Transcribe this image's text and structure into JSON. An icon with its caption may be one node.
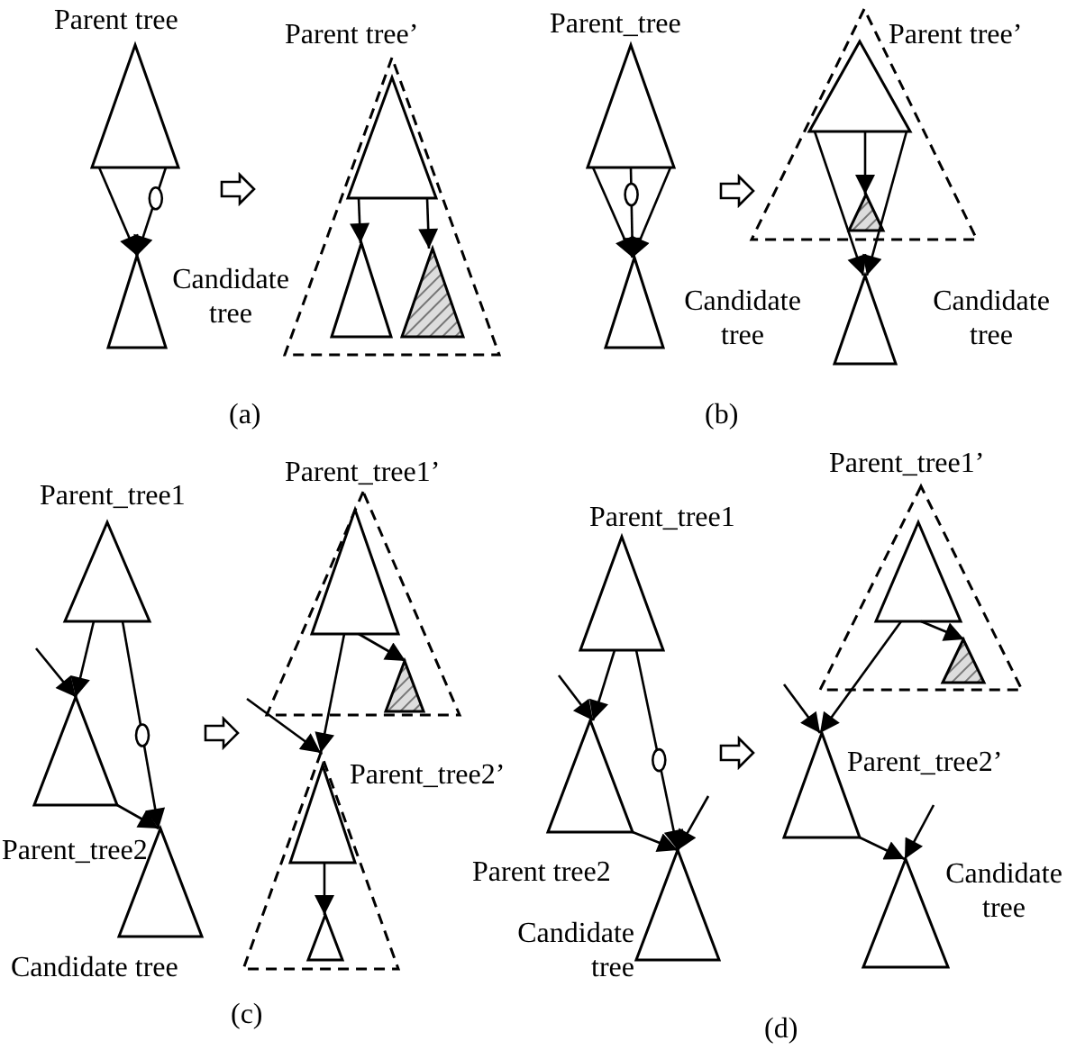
{
  "diagram": {
    "nodes": [
      {
        "text": [
          "Parent tree"
        ]
      },
      {
        "text": [
          "Candidate tree"
        ]
      },
      {
        "text": [
          "Parent tree’"
        ]
      },
      {
        "text": [],
        "shape": "triangle",
        "in": 2
      },
      {
        "text": [],
        "shape": "triangle",
        "in": 2
      },
      {
        "text": [],
        "shape": "triangle",
        "in": 2
      },
      {
        "text": [
          "Parent_tree"
        ]
      },
      {
        "text": [
          "Candidate tree"
        ]
      },
      {
        "text": [
          "Parent tree’"
        ]
      },
      {
        "text": [],
        "shape": "triangle",
        "in": 8
      },
      {
        "text": [],
        "shape": "triangle",
        "in": 8
      },
      {
        "text": [
          "Candidate tree"
        ]
      },
      {
        "text": [
          "Parent_tree1"
        ]
      },
      {
        "text": [
          "Parent_tree2"
        ]
      },
      {
        "text": [
          "Candidate tree"
        ]
      },
      {
        "text": [
          "Parent_tree1’"
        ]
      },
      {
        "text": [],
        "shape": "triangle",
        "in": 15
      },
      {
        "text": [],
        "shape": "triangle",
        "in": 15
      },
      {
        "text": [
          "Parent_tree2’"
        ]
      },
      {
        "text": [],
        "shape": "triangle",
        "in": 18
      },
      {
        "text": [],
        "shape": "triangle",
        "in": 18
      },
      {
        "text": [
          "Parent_tree1"
        ]
      },
      {
        "text": [
          "Parent tree2"
        ]
      },
      {
        "text": [
          "Candidate tree"
        ]
      },
      {
        "text": [
          "Parent_tree1’"
        ]
      },
      {
        "text": [],
        "shape": "triangle",
        "in": 24
      },
      {
        "text": [],
        "shape": "triangle",
        "in": 24
      },
      {
        "text": [
          "Parent_tree2’"
        ]
      },
      {
        "text": [
          "Candidate tree"
        ]
      }
    ],
    "edges": [
      {
        "from": 0,
        "to": 1,
        "arrow": "to"
      },
      {
        "from": 0,
        "to": 1,
        "arrow": "to"
      },
      {
        "from": 3,
        "to": 4,
        "arrow": "to"
      },
      {
        "from": 3,
        "to": 5,
        "arrow": "to"
      },
      {
        "from": 6,
        "to": 7,
        "arrow": "to"
      },
      {
        "from": 6,
        "to": 7,
        "arrow": "to"
      },
      {
        "from": 6,
        "to": 7,
        "arrow": "to"
      },
      {
        "from": 9,
        "to": 10,
        "arrow": "to"
      },
      {
        "from": 9,
        "to": 11,
        "arrow": "to"
      },
      {
        "from": 9,
        "to": 11,
        "arrow": "to"
      },
      {
        "from": 12,
        "to": 13,
        "arrow": "to"
      },
      {
        "from": null,
        "to": 13,
        "arrow": "to"
      },
      {
        "from": 12,
        "to": 14,
        "arrow": "to"
      },
      {
        "from": 13,
        "to": 14,
        "arrow": "to"
      },
      {
        "from": 16,
        "to": 17,
        "arrow": "to"
      },
      {
        "from": 16,
        "to": 18,
        "arrow": "to"
      },
      {
        "from": null,
        "to": 18,
        "arrow": "to"
      },
      {
        "from": 19,
        "to": 20,
        "arrow": "to"
      },
      {
        "from": 21,
        "to": 22,
        "arrow": "to"
      },
      {
        "from": null,
        "to": 22,
        "arrow": "to"
      },
      {
        "from": 21,
        "to": 23,
        "arrow": "to"
      },
      {
        "from": 22,
        "to": 23,
        "arrow": "to"
      },
      {
        "from": null,
        "to": 23,
        "arrow": "to"
      },
      {
        "from": 25,
        "to": 26,
        "arrow": "to"
      },
      {
        "from": 25,
        "to": 27,
        "arrow": "to"
      },
      {
        "from": null,
        "to": 27,
        "arrow": "to"
      },
      {
        "from": 27,
        "to": 28,
        "arrow": "to"
      },
      {
        "from": null,
        "to": 28,
        "arrow": "to"
      }
    ],
    "labels": [
      "(a)",
      "(b)",
      "(c)",
      "(d)"
    ]
  }
}
